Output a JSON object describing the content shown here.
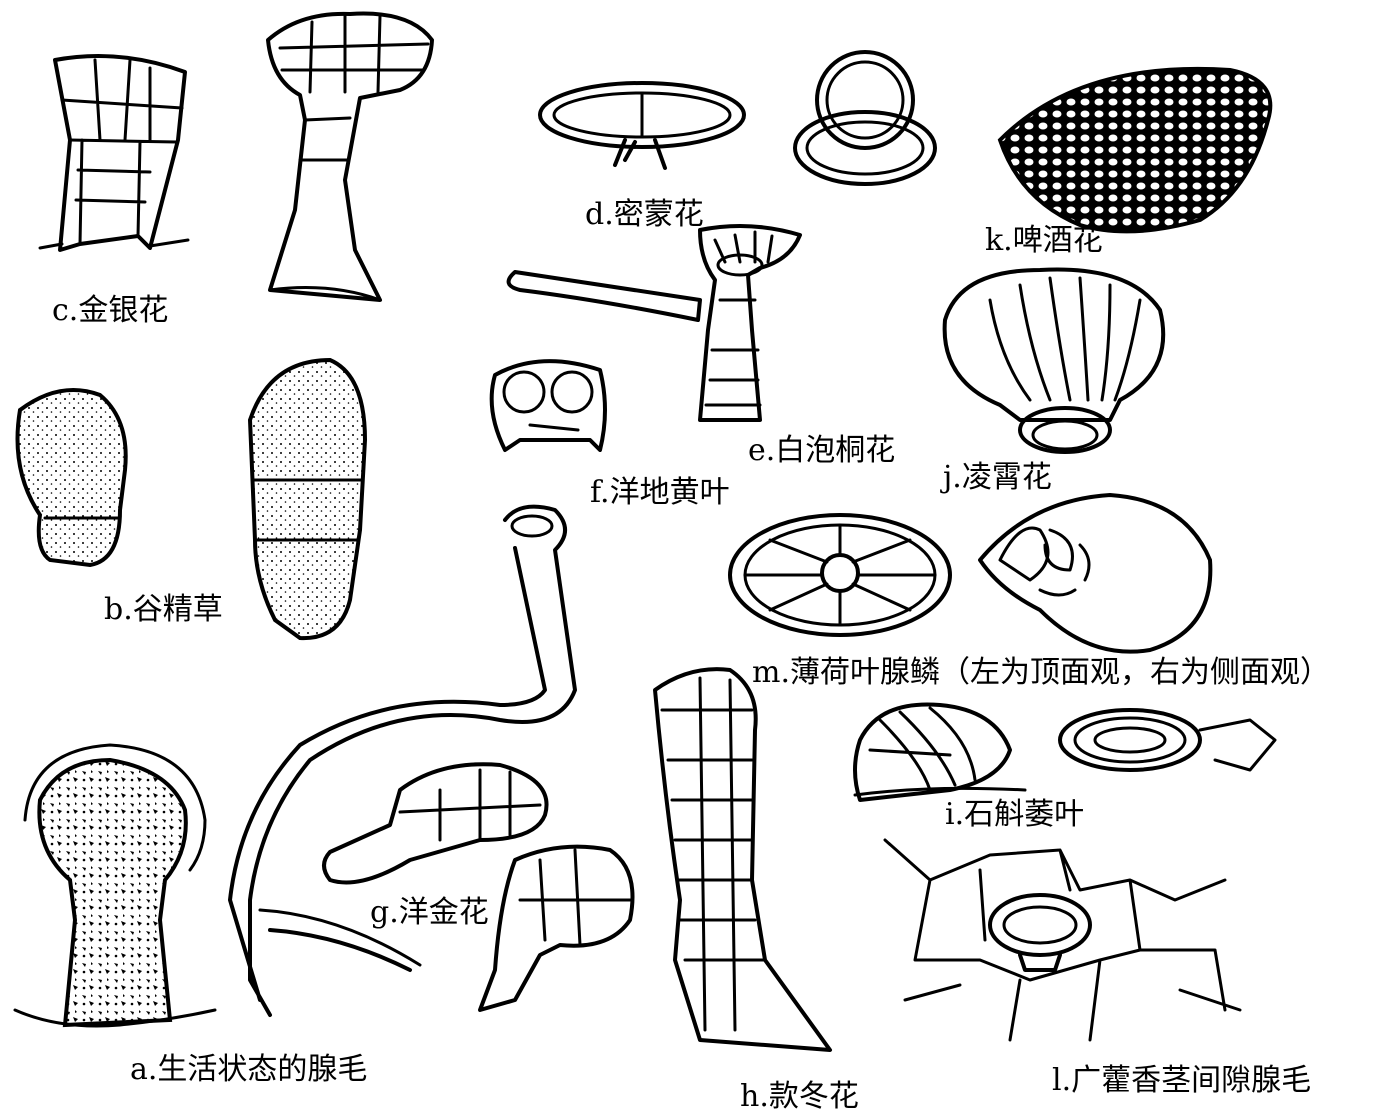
{
  "labels": {
    "c": "c.金银花",
    "d": "d.密蒙花",
    "k": "k.啤酒花",
    "e": "e.白泡桐花",
    "f": "f.洋地黄叶",
    "j": "j.凌霄花",
    "b": "b.谷精草",
    "m": "m.薄荷叶腺鳞（左为顶面观，右为侧面观）",
    "g": "g.洋金花",
    "i": "i.石斛萎叶",
    "a": "a.生活状态的腺毛",
    "h": "h.款冬花",
    "l": "l.广藿香茎间隙腺毛"
  }
}
